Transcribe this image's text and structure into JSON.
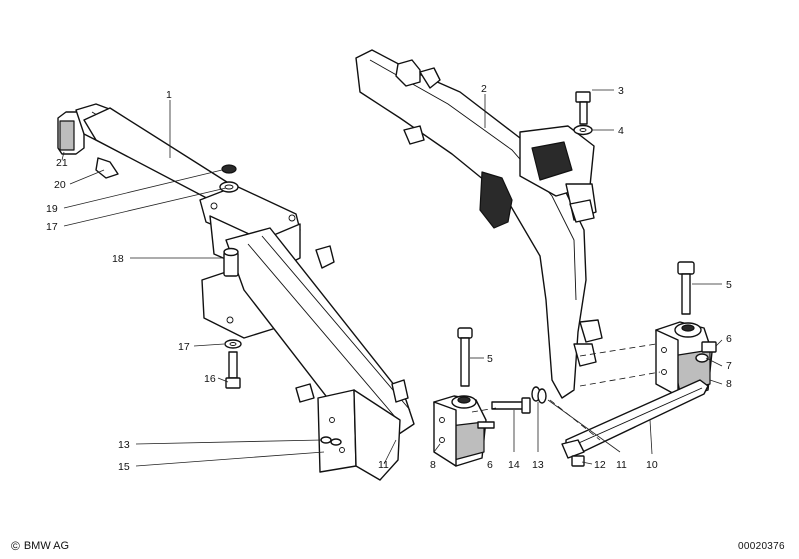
{
  "diagram": {
    "callouts": [
      {
        "id": "c1",
        "label": "1"
      },
      {
        "id": "c2",
        "label": "2"
      },
      {
        "id": "c3",
        "label": "3"
      },
      {
        "id": "c4",
        "label": "4"
      },
      {
        "id": "c5a",
        "label": "5"
      },
      {
        "id": "c5b",
        "label": "5"
      },
      {
        "id": "c6a",
        "label": "6"
      },
      {
        "id": "c6b",
        "label": "6"
      },
      {
        "id": "c7",
        "label": "7"
      },
      {
        "id": "c8a",
        "label": "8"
      },
      {
        "id": "c8b",
        "label": "8"
      },
      {
        "id": "c10",
        "label": "10"
      },
      {
        "id": "c11a",
        "label": "11"
      },
      {
        "id": "c11b",
        "label": "11"
      },
      {
        "id": "c12",
        "label": "12"
      },
      {
        "id": "c13a",
        "label": "13"
      },
      {
        "id": "c13b",
        "label": "13"
      },
      {
        "id": "c14",
        "label": "14"
      },
      {
        "id": "c15",
        "label": "15"
      },
      {
        "id": "c16",
        "label": "16"
      },
      {
        "id": "c17a",
        "label": "17"
      },
      {
        "id": "c17b",
        "label": "17"
      },
      {
        "id": "c18",
        "label": "18"
      },
      {
        "id": "c19",
        "label": "19"
      },
      {
        "id": "c20",
        "label": "20"
      },
      {
        "id": "c21",
        "label": "21"
      }
    ]
  },
  "footer": {
    "copyright_symbol": "©",
    "brand": "BMW AG",
    "diagram_id": "00020376"
  }
}
